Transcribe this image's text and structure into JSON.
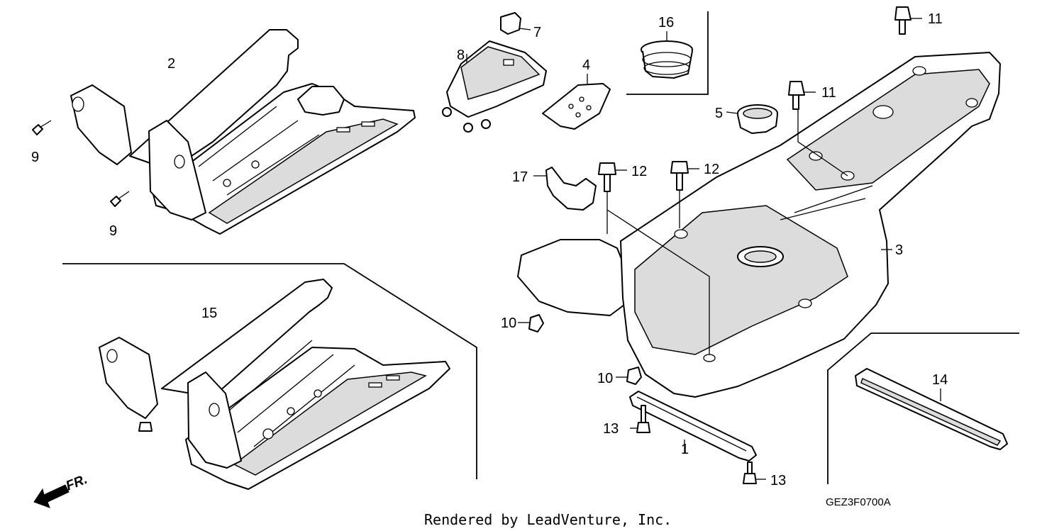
{
  "callouts": {
    "c1": "1",
    "c2": "2",
    "c3": "3",
    "c4": "4",
    "c5": "5",
    "c7": "7",
    "c8": "8",
    "c9a": "9",
    "c9b": "9",
    "c10a": "10",
    "c10b": "10",
    "c11a": "11",
    "c11b": "11",
    "c12a": "12",
    "c12b": "12",
    "c13a": "13",
    "c13b": "13",
    "c14": "14",
    "c15": "15",
    "c16": "16",
    "c17": "17"
  },
  "front_arrow_label": "FR.",
  "diagram_code": "GEZ3F0700A",
  "footer_credit": "Rendered by LeadVenture, Inc."
}
